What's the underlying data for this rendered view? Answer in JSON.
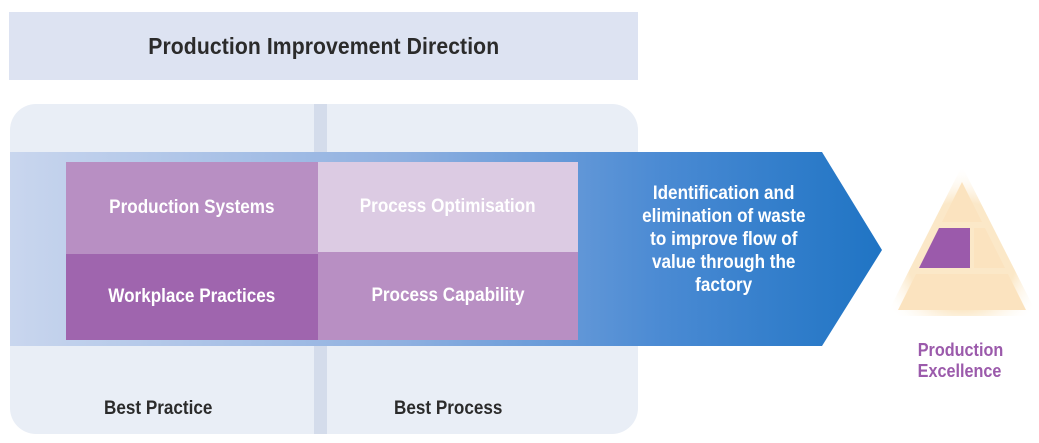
{
  "header": {
    "title": "Production Improvement Direction"
  },
  "matrix": {
    "top_left": "Production Systems",
    "top_right": "Process Optimisation",
    "bottom_left": "Workplace Practices",
    "bottom_right": "Process Capability"
  },
  "arrow": {
    "lines": [
      "Identification and",
      "elimination of waste",
      "to improve flow of",
      "value through the",
      "factory"
    ]
  },
  "columns": {
    "left_label": "Best Practice",
    "right_label": "Best Process"
  },
  "result": {
    "line1": "Production",
    "line2": "Excellence"
  },
  "colors": {
    "title_bg": "#dde3f2",
    "panel_bg": "#e9eef6",
    "arrow_start": "#c9d6ee",
    "arrow_end": "#1f74c4",
    "purple_light": "#dccbe3",
    "purple_mid": "#b88fc3",
    "purple_dark": "#9f65ae",
    "pyramid_fill": "#fbe3bf",
    "excellence_text": "#9b5aab"
  },
  "icons": {
    "pyramid": "pyramid-icon"
  }
}
